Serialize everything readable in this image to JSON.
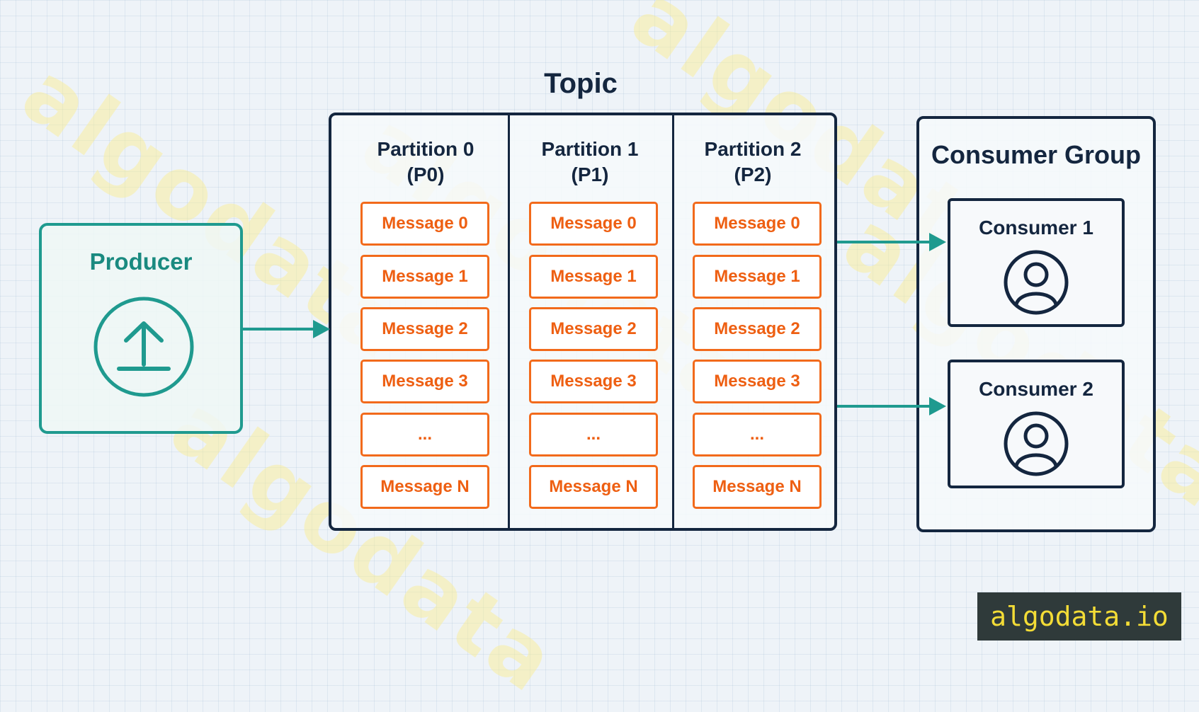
{
  "topic": {
    "title": "Topic",
    "partitions": [
      {
        "name": "Partition 0",
        "id": "(P0)",
        "messages": [
          "Message 0",
          "Message 1",
          "Message 2",
          "Message 3",
          "...",
          "Message N"
        ]
      },
      {
        "name": "Partition 1",
        "id": "(P1)",
        "messages": [
          "Message 0",
          "Message 1",
          "Message 2",
          "Message 3",
          "...",
          "Message N"
        ]
      },
      {
        "name": "Partition 2",
        "id": "(P2)",
        "messages": [
          "Message 0",
          "Message 1",
          "Message 2",
          "Message 3",
          "...",
          "Message N"
        ]
      }
    ]
  },
  "producer": {
    "title": "Producer",
    "icon": "upload-icon"
  },
  "consumer_group": {
    "title": "Consumer Group",
    "consumers": [
      {
        "title": "Consumer 1",
        "icon": "user-icon"
      },
      {
        "title": "Consumer 2",
        "icon": "user-icon"
      }
    ]
  },
  "logo": {
    "text": "algodata.io"
  },
  "colors": {
    "producer": "#1f9a8f",
    "structure": "#14263f",
    "message": "#f26a1b",
    "arrow": "#1f9a8f",
    "logo_bg": "#2f3a3a",
    "logo_text": "#f3dc36"
  }
}
